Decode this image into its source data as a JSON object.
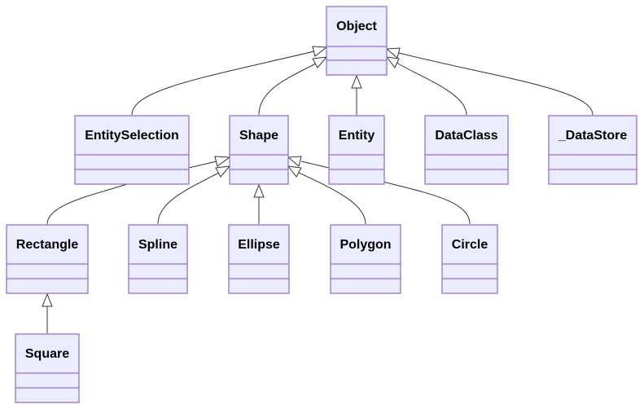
{
  "diagram": {
    "type": "class-diagram",
    "colors": {
      "class_fill": "#ECECFF",
      "class_stroke": "#9370DB",
      "edge": "#333333",
      "arrowhead_fill": "#FFFFFF"
    },
    "classes": {
      "object": "Object",
      "entity_selection": "EntitySelection",
      "shape": "Shape",
      "entity": "Entity",
      "data_class": "DataClass",
      "data_store": "_DataStore",
      "rectangle": "Rectangle",
      "spline": "Spline",
      "ellipse": "Ellipse",
      "polygon": "Polygon",
      "circle": "Circle",
      "square": "Square"
    },
    "inheritance": [
      {
        "child": "EntitySelection",
        "parent": "Object"
      },
      {
        "child": "Shape",
        "parent": "Object"
      },
      {
        "child": "Entity",
        "parent": "Object"
      },
      {
        "child": "DataClass",
        "parent": "Object"
      },
      {
        "child": "_DataStore",
        "parent": "Object"
      },
      {
        "child": "Rectangle",
        "parent": "Shape"
      },
      {
        "child": "Spline",
        "parent": "Shape"
      },
      {
        "child": "Ellipse",
        "parent": "Shape"
      },
      {
        "child": "Polygon",
        "parent": "Shape"
      },
      {
        "child": "Circle",
        "parent": "Shape"
      },
      {
        "child": "Square",
        "parent": "Rectangle"
      }
    ]
  }
}
